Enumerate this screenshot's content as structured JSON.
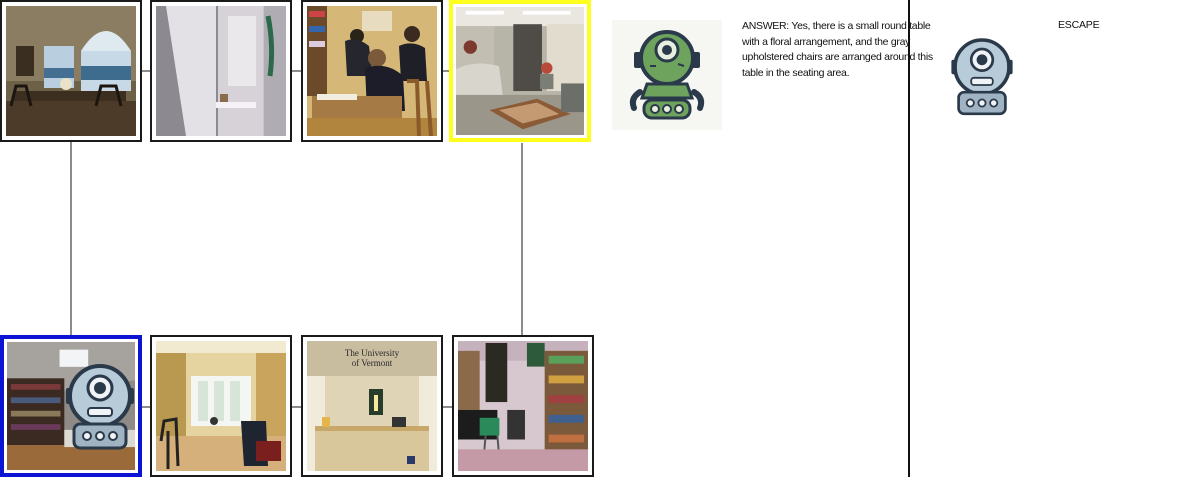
{
  "panel": {
    "answer_text": "ANSWER: Yes, there is a small round table with a floral arrangement, and the gray upholstered chairs are arranged around this table in the seating area.",
    "escape_label": "ESCAPE"
  },
  "grid": {
    "tiles": [
      {
        "name": "dining-room-thumbnail",
        "row": 1,
        "col": 1
      },
      {
        "name": "white-doorway-thumbnail",
        "row": 1,
        "col": 2
      },
      {
        "name": "study-room-thumbnail",
        "row": 1,
        "col": 3
      },
      {
        "name": "lobby-thumbnail",
        "row": 1,
        "col": 4,
        "selected": "yellow"
      },
      {
        "name": "library-thumbnail",
        "row": 2,
        "col": 1,
        "selected": "blue"
      },
      {
        "name": "sunroom-thumbnail",
        "row": 2,
        "col": 2
      },
      {
        "name": "university-office-thumbnail",
        "row": 2,
        "col": 3,
        "sign_text": "The University of Vermont"
      },
      {
        "name": "bookshelf-room-thumbnail",
        "row": 2,
        "col": 4
      }
    ]
  },
  "colors": {
    "selected_current": "#ffff1e",
    "selected_agent": "#0a14d2",
    "robot_green": "#6ea35e",
    "robot_blue": "#b7cbd8",
    "robot_outline": "#2b3a4a"
  },
  "icons": [
    "robot-guide-icon",
    "robot-agent-icon"
  ]
}
